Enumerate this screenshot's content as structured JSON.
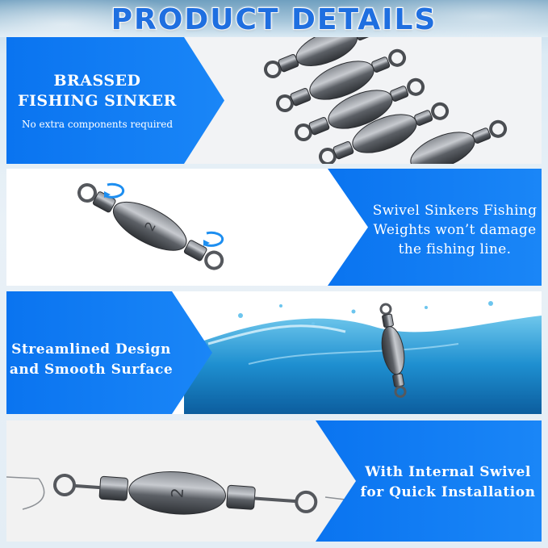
{
  "header": {
    "title": "PRODUCT DETAILS"
  },
  "panels": [
    {
      "lines": [
        "BRASSED",
        "FISHING SINKER"
      ],
      "subtitle": "No extra components required"
    },
    {
      "lines": [
        "Swivel Sinkers Fishing",
        "Weights won’t damage",
        "the fishing line."
      ]
    },
    {
      "lines": [
        "Streamlined Design",
        "and Smooth Surface"
      ]
    },
    {
      "lines": [
        "With Internal Swivel",
        "for Quick Installation"
      ]
    }
  ],
  "sinker_mark": "2",
  "colors": {
    "accent_blue": "#0a74f0",
    "title_blue": "#1f6fe0",
    "metal": "#5a5d62"
  }
}
